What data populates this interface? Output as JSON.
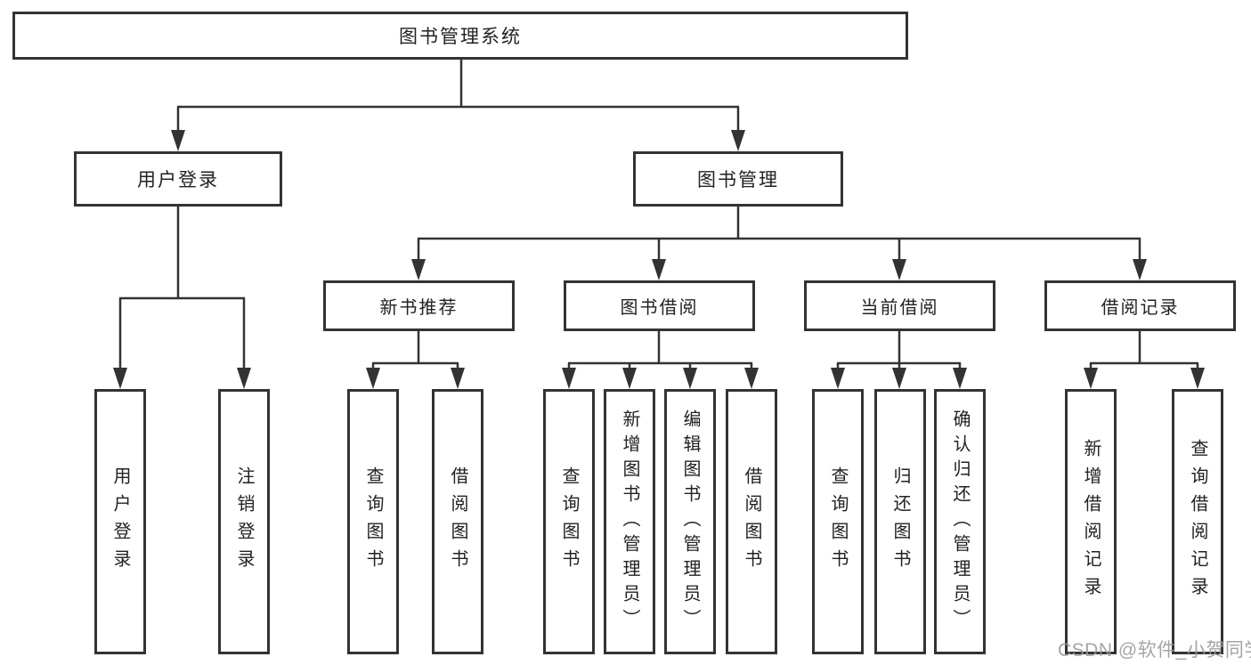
{
  "diagram": {
    "root": {
      "label": "图书管理系统"
    },
    "branches": [
      {
        "label": "用户登录",
        "children": [
          {
            "label": "用户登录"
          },
          {
            "label": "注销登录"
          }
        ]
      },
      {
        "label": "图书管理",
        "children": [
          {
            "label": "新书推荐",
            "children": [
              {
                "label": "查询图书"
              },
              {
                "label": "借阅图书"
              }
            ]
          },
          {
            "label": "图书借阅",
            "children": [
              {
                "label": "查询图书"
              },
              {
                "label": "新增图书（管理员）"
              },
              {
                "label": "编辑图书（管理员）"
              },
              {
                "label": "借阅图书"
              }
            ]
          },
          {
            "label": "当前借阅",
            "children": [
              {
                "label": "查询图书"
              },
              {
                "label": "归还图书"
              },
              {
                "label": "确认归还（管理员）"
              }
            ]
          },
          {
            "label": "借阅记录",
            "children": [
              {
                "label": "新增借阅记录"
              },
              {
                "label": "查询借阅记录"
              }
            ]
          }
        ]
      }
    ],
    "watermark": {
      "text": "CSDN @软件_小贺同学"
    },
    "colors": {
      "line": "#333333",
      "box_border": "#333333",
      "text": "#222222",
      "watermark": "#9a9a9a",
      "background": "#ffffff"
    }
  }
}
